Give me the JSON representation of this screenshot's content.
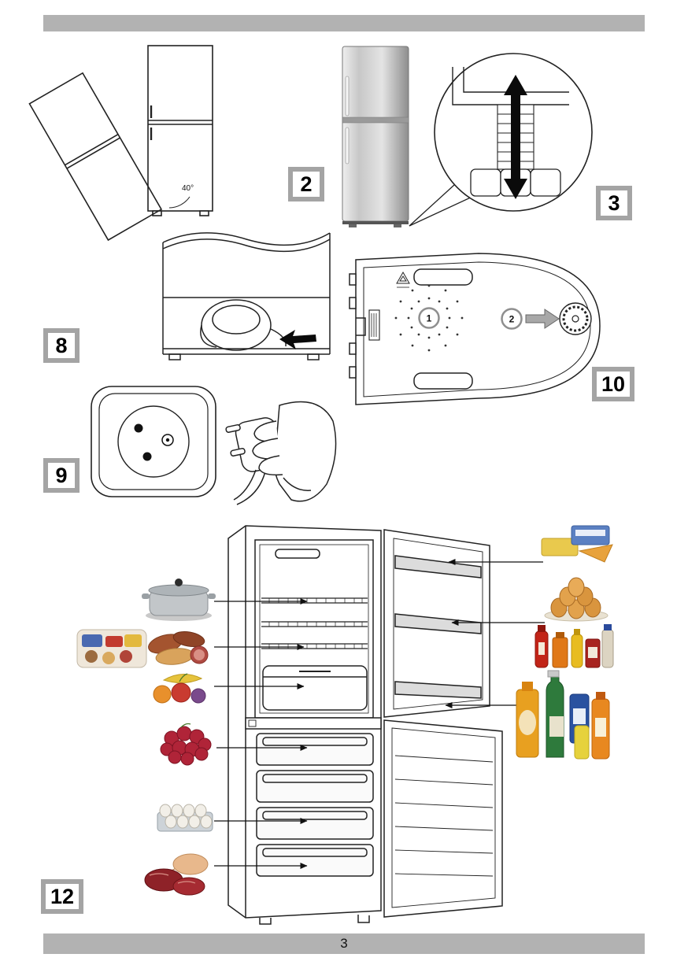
{
  "page": {
    "footer_page_number": "3"
  },
  "colors": {
    "divider_bar": "#b2b2b2",
    "badge_border": "#a4a4a4",
    "line_art": "#222222"
  },
  "badges": {
    "fig2": "2",
    "fig3": "3",
    "fig8": "8",
    "fig9": "9",
    "fig10": "10",
    "fig12": "12"
  },
  "fig2": {
    "angle_label": "40°"
  },
  "fig10": {
    "callout_1": "1",
    "callout_2": "2"
  },
  "fig12": {
    "left_food_icons": [
      "cooking-pot",
      "snack-platter",
      "cold-cuts",
      "fruit",
      "raspberries",
      "egg-carton",
      "raw-meat-poultry"
    ],
    "right_food_icons": [
      "butter-cheese",
      "eggs",
      "condiments",
      "beverages"
    ]
  }
}
